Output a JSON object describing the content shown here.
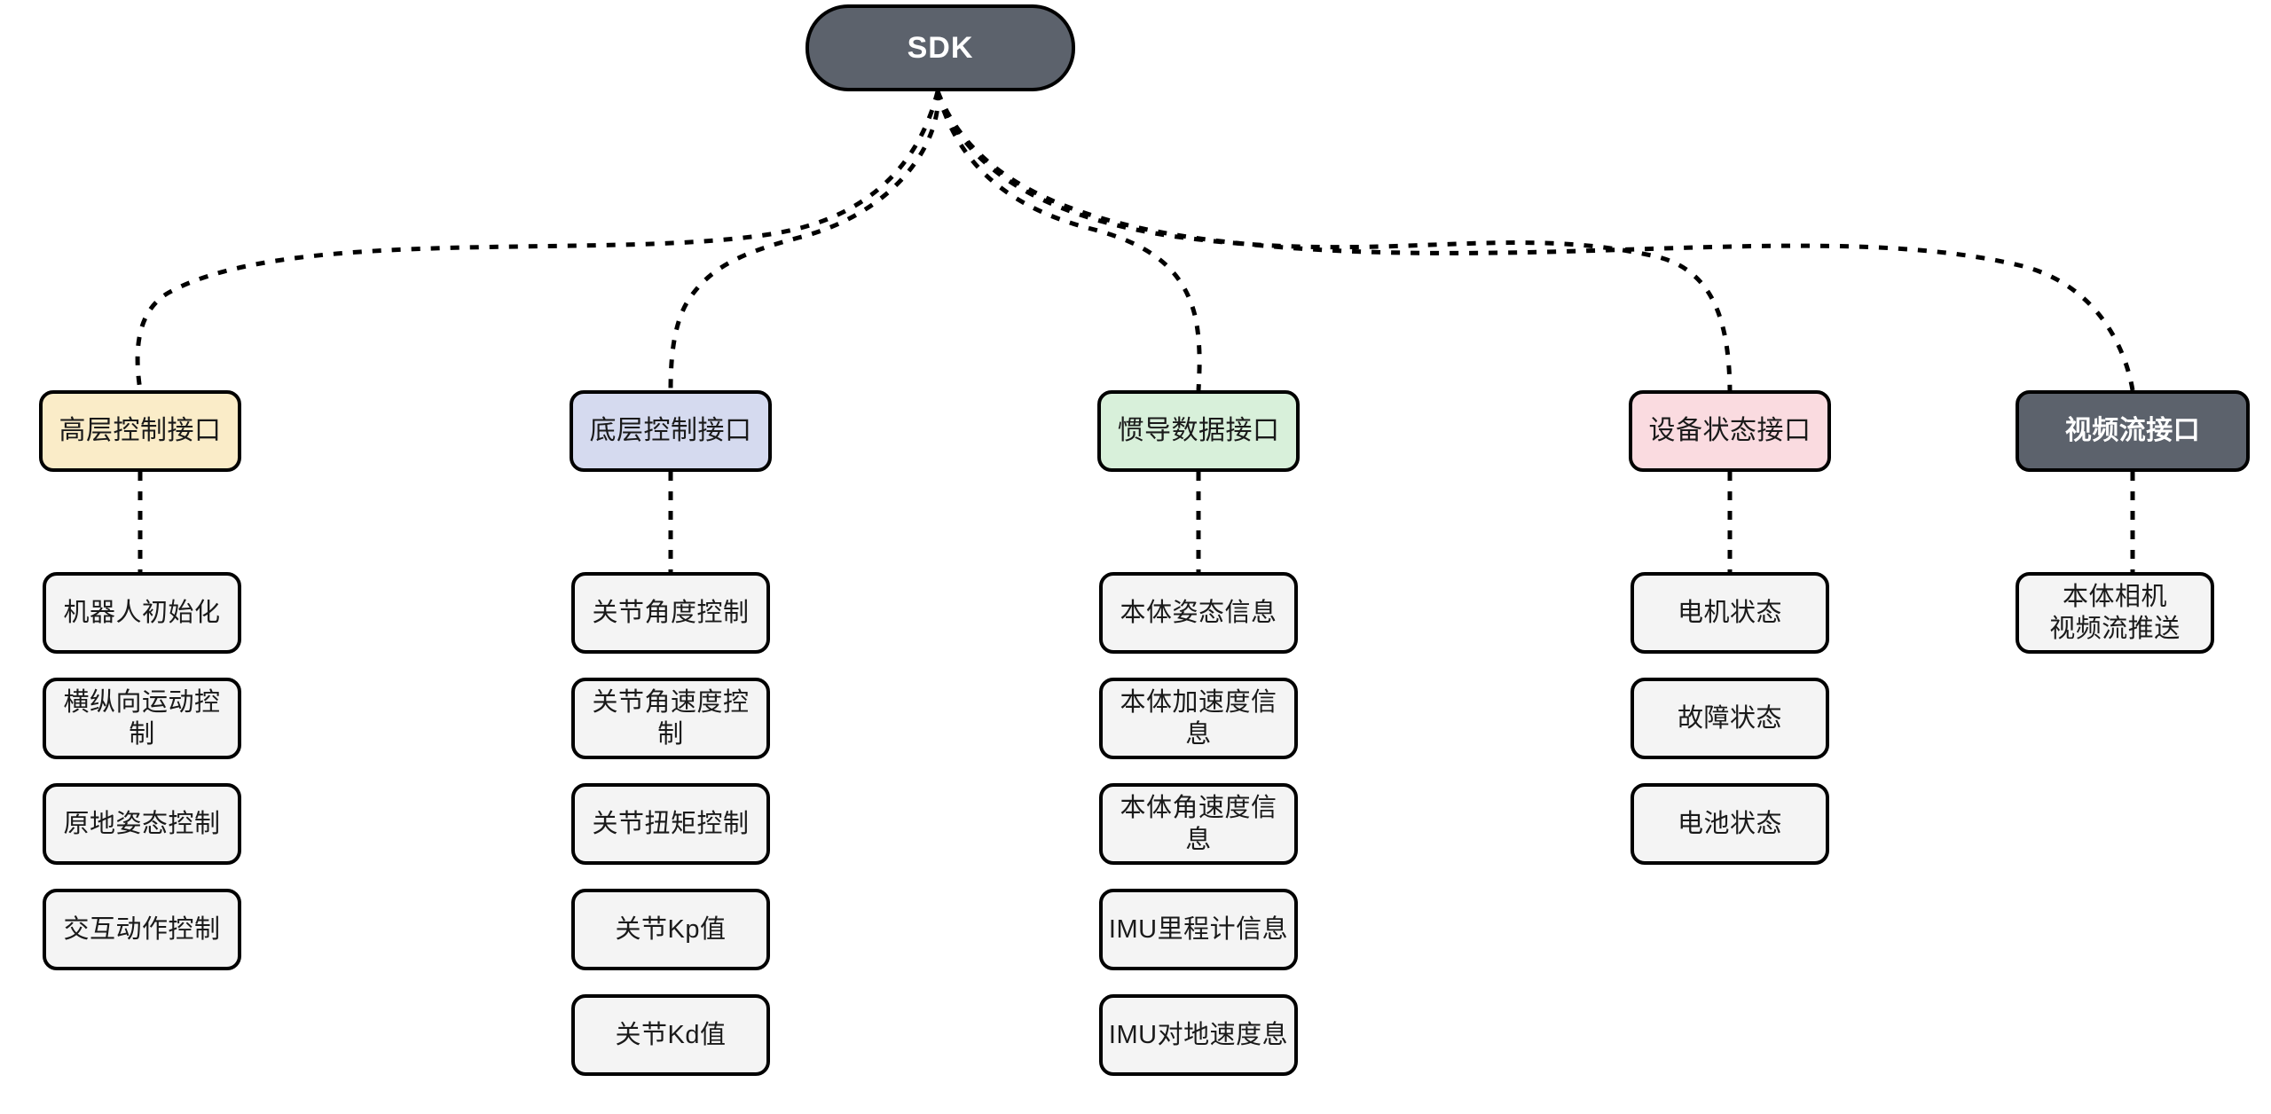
{
  "diagram": {
    "title": "SDK",
    "root": {
      "label": "SDK",
      "fill": "#5c626c",
      "text_color": "#ffffff"
    },
    "edge_style": {
      "stroke": "#000000",
      "dash": "10 12",
      "width": 5
    },
    "columns": [
      {
        "id": "high-level-control",
        "category": {
          "label": "高层控制接口",
          "fill": "#faecc8",
          "text_color": "#1a1a1a"
        },
        "leaves": [
          {
            "label": "机器人初始化"
          },
          {
            "label": "横纵向运动控制"
          },
          {
            "label": "原地姿态控制"
          },
          {
            "label": "交互动作控制"
          }
        ]
      },
      {
        "id": "low-level-control",
        "category": {
          "label": "底层控制接口",
          "fill": "#d5daef",
          "text_color": "#1a1a1a"
        },
        "leaves": [
          {
            "label": "关节角度控制"
          },
          {
            "label": "关节角速度控制"
          },
          {
            "label": "关节扭矩控制"
          },
          {
            "label": "关节Kp值"
          },
          {
            "label": "关节Kd值"
          }
        ]
      },
      {
        "id": "imu-data",
        "category": {
          "label": "惯导数据接口",
          "fill": "#d8f0da",
          "text_color": "#1a1a1a"
        },
        "leaves": [
          {
            "label": "本体姿态信息"
          },
          {
            "label": "本体加速度信息"
          },
          {
            "label": "本体角速度信息"
          },
          {
            "label": "IMU里程计信息"
          },
          {
            "label": "IMU对地速度息"
          }
        ]
      },
      {
        "id": "device-status",
        "category": {
          "label": "设备状态接口",
          "fill": "#fadbe0",
          "text_color": "#1a1a1a"
        },
        "leaves": [
          {
            "label": "电机状态"
          },
          {
            "label": "故障状态"
          },
          {
            "label": "电池状态"
          }
        ]
      },
      {
        "id": "video-stream",
        "category": {
          "label": "视频流接口",
          "fill": "#5c626c",
          "text_color": "#ffffff"
        },
        "leaves": [
          {
            "label": "本体相机\n视频流推送"
          }
        ]
      }
    ]
  }
}
